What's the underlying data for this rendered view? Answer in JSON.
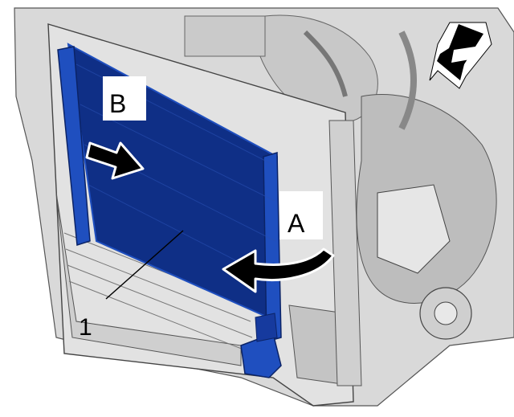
{
  "diagram": {
    "callouts": {
      "b": "B",
      "a": "A",
      "part_1": "1"
    },
    "colors": {
      "condenser": "#0f2f86",
      "condenser_edge": "#1f4fbf",
      "engine_bay": "#d9d9d9",
      "engine_shade": "#a9a9a9",
      "arrow": "#000000",
      "label_box": "#ffffff"
    },
    "icons": {
      "direction_indicator": "vehicle-front-arrow-icon",
      "motion_arrow_a": "curved-arrow-icon",
      "motion_arrow_b": "straight-arrow-icon"
    }
  }
}
